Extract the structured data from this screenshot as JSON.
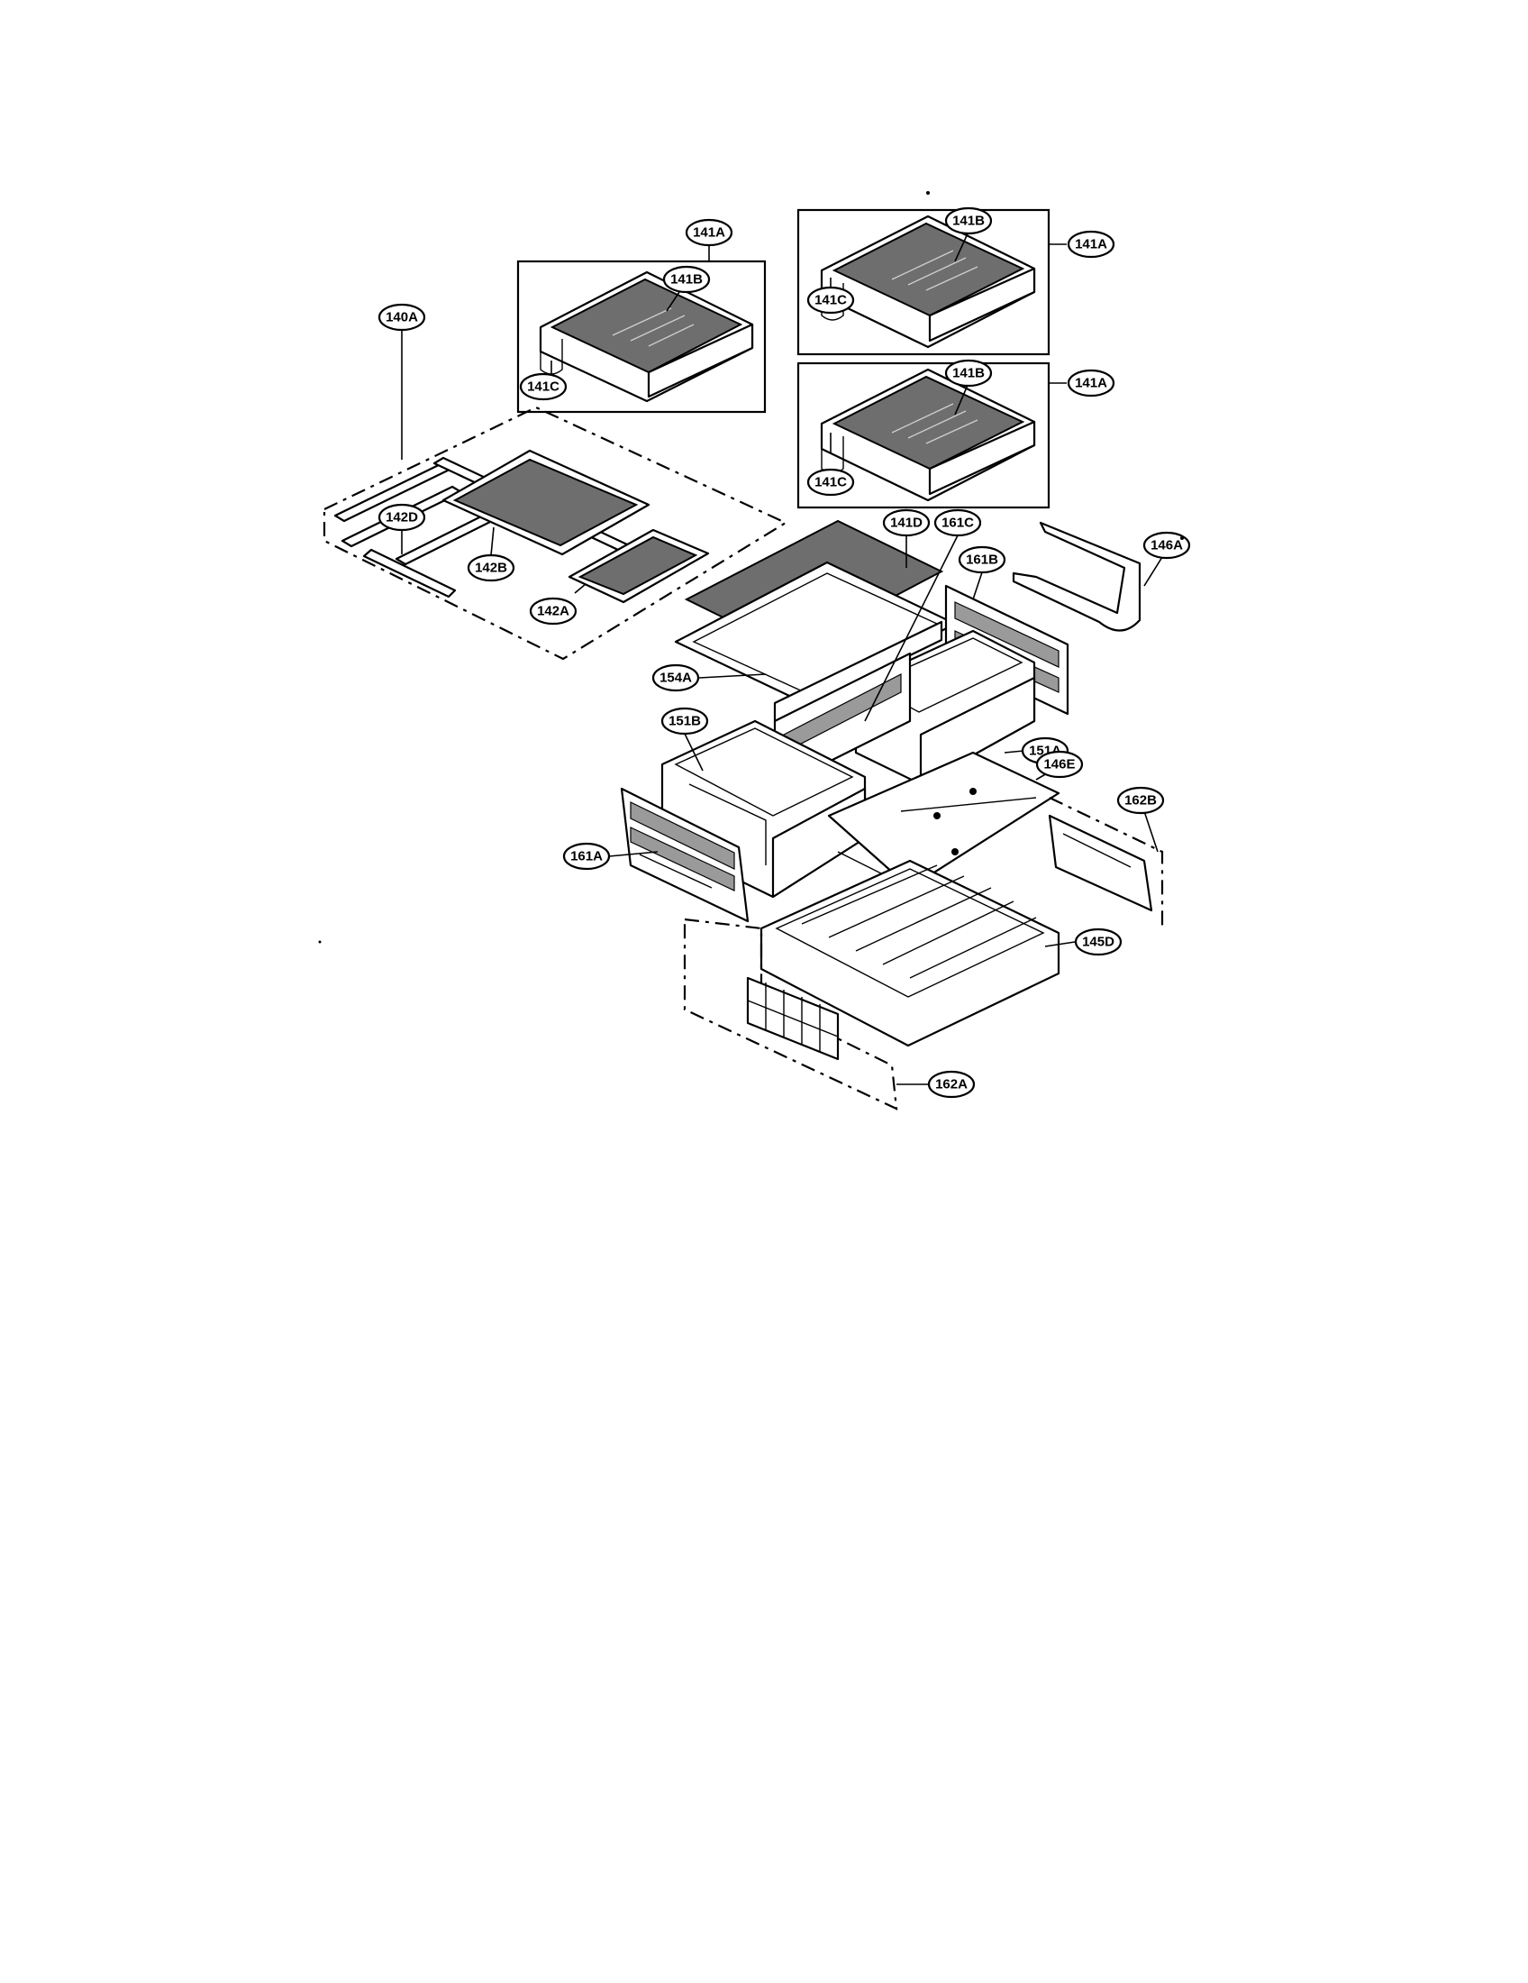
{
  "diagram": {
    "callouts": [
      {
        "id": "c-141a-1",
        "label": "141A"
      },
      {
        "id": "c-141b-1",
        "label": "141B"
      },
      {
        "id": "c-141c-1",
        "label": "141C"
      },
      {
        "id": "c-141a-2",
        "label": "141A"
      },
      {
        "id": "c-141b-2",
        "label": "141B"
      },
      {
        "id": "c-141c-2",
        "label": "141C"
      },
      {
        "id": "c-141a-3",
        "label": "141A"
      },
      {
        "id": "c-141b-3",
        "label": "141B"
      },
      {
        "id": "c-141c-3",
        "label": "141C"
      },
      {
        "id": "c-140a",
        "label": "140A"
      },
      {
        "id": "c-142d",
        "label": "142D"
      },
      {
        "id": "c-142b",
        "label": "142B"
      },
      {
        "id": "c-142a",
        "label": "142A"
      },
      {
        "id": "c-141d",
        "label": "141D"
      },
      {
        "id": "c-161c",
        "label": "161C"
      },
      {
        "id": "c-161b",
        "label": "161B"
      },
      {
        "id": "c-146a",
        "label": "146A"
      },
      {
        "id": "c-154a",
        "label": "154A"
      },
      {
        "id": "c-151b",
        "label": "151B"
      },
      {
        "id": "c-151a",
        "label": "151A"
      },
      {
        "id": "c-146e",
        "label": "146E"
      },
      {
        "id": "c-162b",
        "label": "162B"
      },
      {
        "id": "c-161a",
        "label": "161A"
      },
      {
        "id": "c-145d",
        "label": "145D"
      },
      {
        "id": "c-162a",
        "label": "162A"
      }
    ]
  }
}
